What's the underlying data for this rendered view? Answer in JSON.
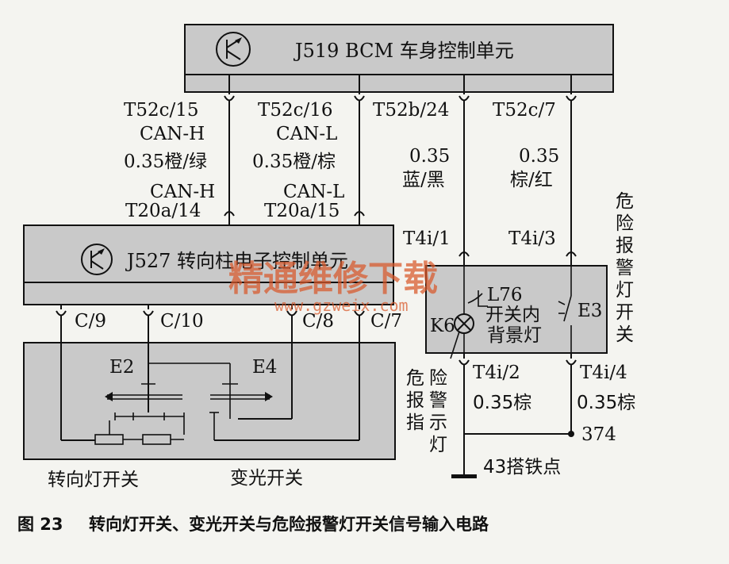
{
  "modules": {
    "bcm": {
      "title": "J519  BCM 车身控制单元"
    },
    "j527": {
      "title": "J527 转向柱电子控制单元"
    },
    "e3": {
      "l76": "L76",
      "inner1": "开关内",
      "inner2": "背景灯",
      "k6": "K6",
      "e3": "E3"
    }
  },
  "wires": {
    "canh": {
      "top": "T52c/15",
      "name": "CAN-H",
      "spec": "0.35橙/绿",
      "name2": "CAN-H",
      "bottom": "T20a/14"
    },
    "canl": {
      "top": "T52c/16",
      "name": "CAN-L",
      "spec": "0.35橙/棕",
      "name2": "CAN-L",
      "bottom": "T20a/15"
    },
    "w3": {
      "top": "T52b/24",
      "spec1": "0.35",
      "spec2": "蓝/黑",
      "bottom": "T4i/1"
    },
    "w4": {
      "top": "T52c/7",
      "spec1": "0.35",
      "spec2": "棕/红",
      "bottom": "T4i/3"
    },
    "w5": {
      "top": "T4i/2",
      "spec": "0.35棕"
    },
    "w6": {
      "top": "T4i/4",
      "spec": "0.35棕"
    }
  },
  "pins": {
    "c9": "C/9",
    "c10": "C/10",
    "c8": "C/8",
    "c7": "C/7"
  },
  "switches": {
    "e2": "E2",
    "e4": "E4",
    "turn": "转向灯开关",
    "beam": "变光开关"
  },
  "hazard_switch_label": [
    "危",
    "险",
    "报",
    "警",
    "灯",
    "开",
    "关"
  ],
  "hazard_lamp_label": [
    "危",
    "险",
    "报",
    "警",
    "指",
    "示",
    "灯"
  ],
  "junction": "374",
  "ground": "43搭铁点",
  "caption": {
    "num": "图 23",
    "text": "转向灯开关、变光开关与危险报警灯开关信号输入电路"
  },
  "watermark": {
    "cn": "精通维修下载",
    "url": "www.gzweix.com"
  }
}
